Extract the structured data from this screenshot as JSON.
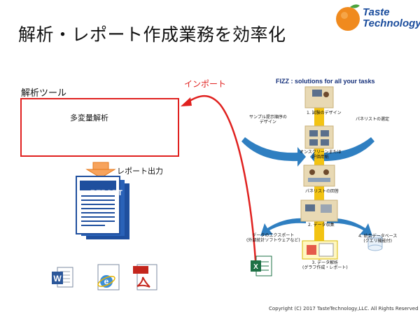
{
  "slide": {
    "title": "解析・レポート作成業務を効率化",
    "copyright": "Copyright (C) 2017 TasteTechnology,LLC. All Rights Reserved"
  },
  "logo": {
    "line1": "Taste",
    "line2": "Technology"
  },
  "tool_box": {
    "label": "解析ツール",
    "link_label": "多変量解析",
    "r_icon": "r-logo-icon",
    "excel_icon": "excel-icon"
  },
  "import_label": "インポート",
  "report": {
    "output_label": "レポート出力",
    "doc_title": "REPORT"
  },
  "formats": [
    {
      "icon": "word-icon",
      "letter": "W"
    },
    {
      "icon": "html-ie-icon",
      "letter": "HTML"
    },
    {
      "icon": "pdf-icon",
      "letter": "PDF"
    }
  ],
  "fizz": {
    "title": "FIZZ : solutions for all your tasks",
    "step1": "1. 試験のデザイン",
    "sample_design": "サンプル提示順序の\nデザイン",
    "panelist_select": "パネリストの選定",
    "online_screen": "オンスクリーンまたは\n評価用紙",
    "panelist_answer": "パネリストの回答",
    "step2": "2. データ収集",
    "data_export": "データのエクスポート\n(外部統計ソフトウェアなど)",
    "step4": "4. 統合データベース\n(クエリ機能付)",
    "step3": "3. データ解析\n(グラフ作成・レポート)"
  },
  "colors": {
    "accent_red": "#e0211f",
    "excel_green": "#1e7145",
    "doc_blue": "#1f4f9e",
    "flow_blue": "#2f7fc1",
    "flow_yellow": "#f2c313",
    "brand_orange": "#f08a1e"
  }
}
